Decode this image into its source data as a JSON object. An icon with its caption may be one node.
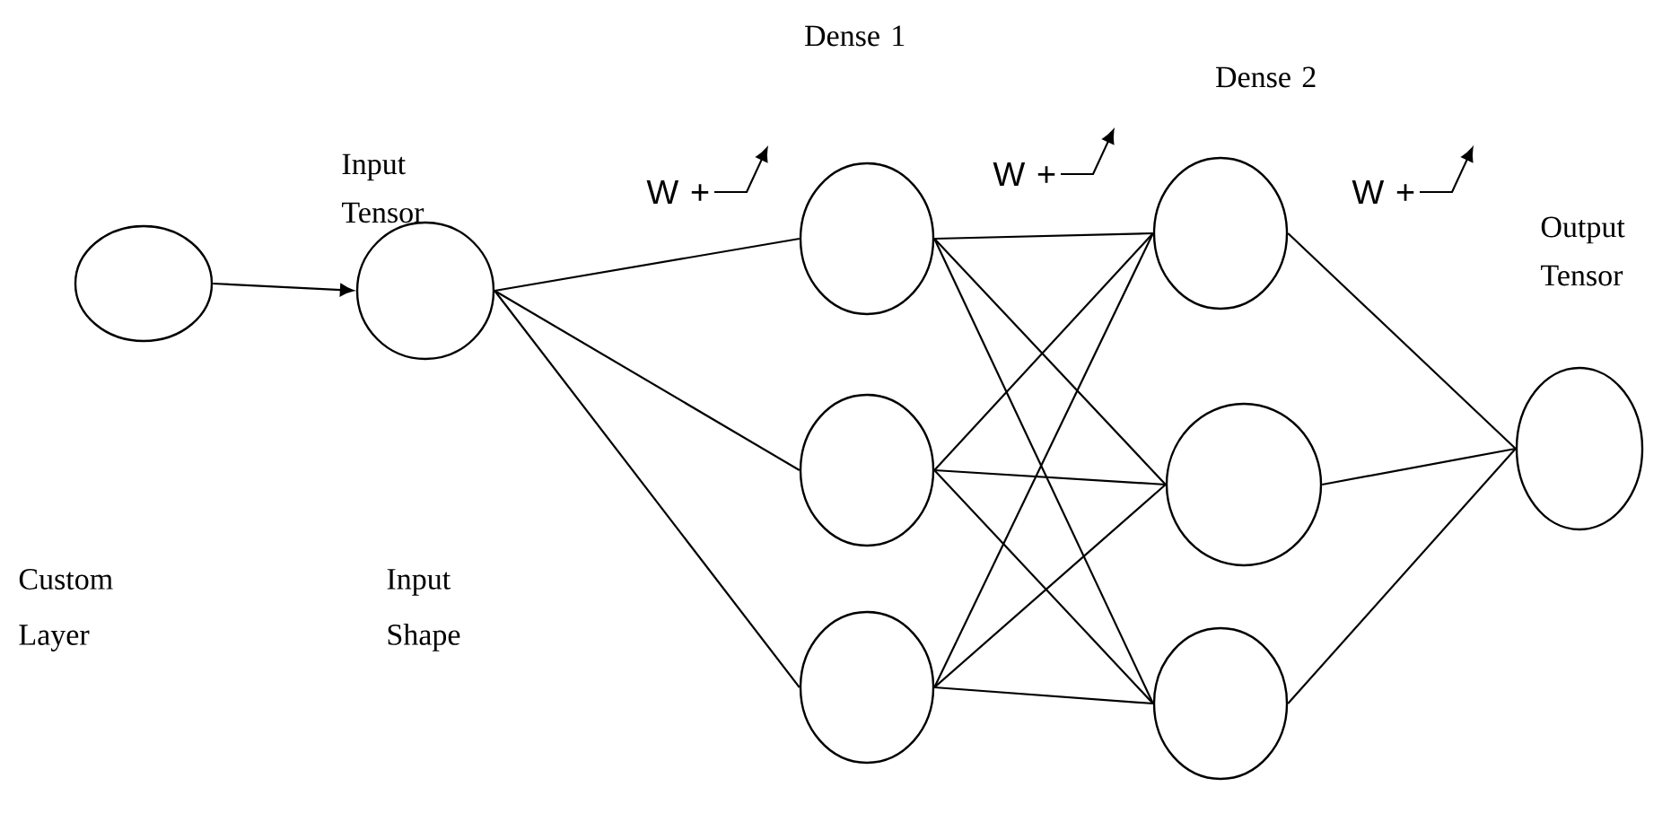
{
  "diagram": {
    "nodes": [
      {
        "text": [],
        "shape": "circle"
      },
      {
        "text": [],
        "shape": "circle",
        "beside": [
          "Input Tensor"
        ]
      },
      {
        "text": [],
        "shape": "circle"
      },
      {
        "text": [],
        "shape": "circle"
      },
      {
        "text": [],
        "shape": "circle"
      },
      {
        "text": [],
        "shape": "circle"
      },
      {
        "text": [],
        "shape": "circle"
      },
      {
        "text": [],
        "shape": "circle"
      },
      {
        "text": [],
        "shape": "circle",
        "beside": [
          "Output Tensor"
        ]
      }
    ],
    "edges": [
      {
        "from": 0,
        "to": 1,
        "arrow": "to"
      },
      {
        "from": 1,
        "to": 2,
        "arrow": "none"
      },
      {
        "from": 1,
        "to": 3,
        "arrow": "none"
      },
      {
        "from": 1,
        "to": 4,
        "arrow": "none"
      },
      {
        "from": 2,
        "to": 5,
        "arrow": "none"
      },
      {
        "from": 2,
        "to": 6,
        "arrow": "none"
      },
      {
        "from": 2,
        "to": 7,
        "arrow": "none"
      },
      {
        "from": 3,
        "to": 5,
        "arrow": "none"
      },
      {
        "from": 3,
        "to": 6,
        "arrow": "none"
      },
      {
        "from": 3,
        "to": 7,
        "arrow": "none"
      },
      {
        "from": 4,
        "to": 5,
        "arrow": "none"
      },
      {
        "from": 4,
        "to": 6,
        "arrow": "none"
      },
      {
        "from": 4,
        "to": 7,
        "arrow": "none"
      },
      {
        "from": 5,
        "to": 8,
        "arrow": "none"
      },
      {
        "from": 6,
        "to": 8,
        "arrow": "none"
      },
      {
        "from": 7,
        "to": 8,
        "arrow": "none"
      }
    ],
    "labels": [
      "Dense 1",
      "Dense 2",
      "W +",
      "W +",
      "W +",
      "Custom Layer",
      "Input Shape"
    ]
  }
}
